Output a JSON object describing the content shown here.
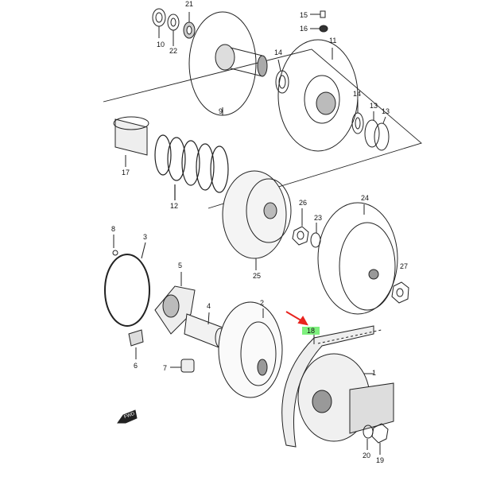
{
  "diagram": {
    "callouts": [
      "21",
      "10",
      "22",
      "15",
      "16",
      "11",
      "14",
      "9",
      "14",
      "13",
      "13",
      "17",
      "12",
      "26",
      "23",
      "24",
      "8",
      "3",
      "5",
      "25",
      "27",
      "4",
      "2",
      "18",
      "1",
      "6",
      "7",
      "20",
      "19"
    ],
    "highlighted_part": "18",
    "highlight_color": "#7ef07e",
    "arrow_color": "#e8231e",
    "direction_badge": "FWD"
  }
}
